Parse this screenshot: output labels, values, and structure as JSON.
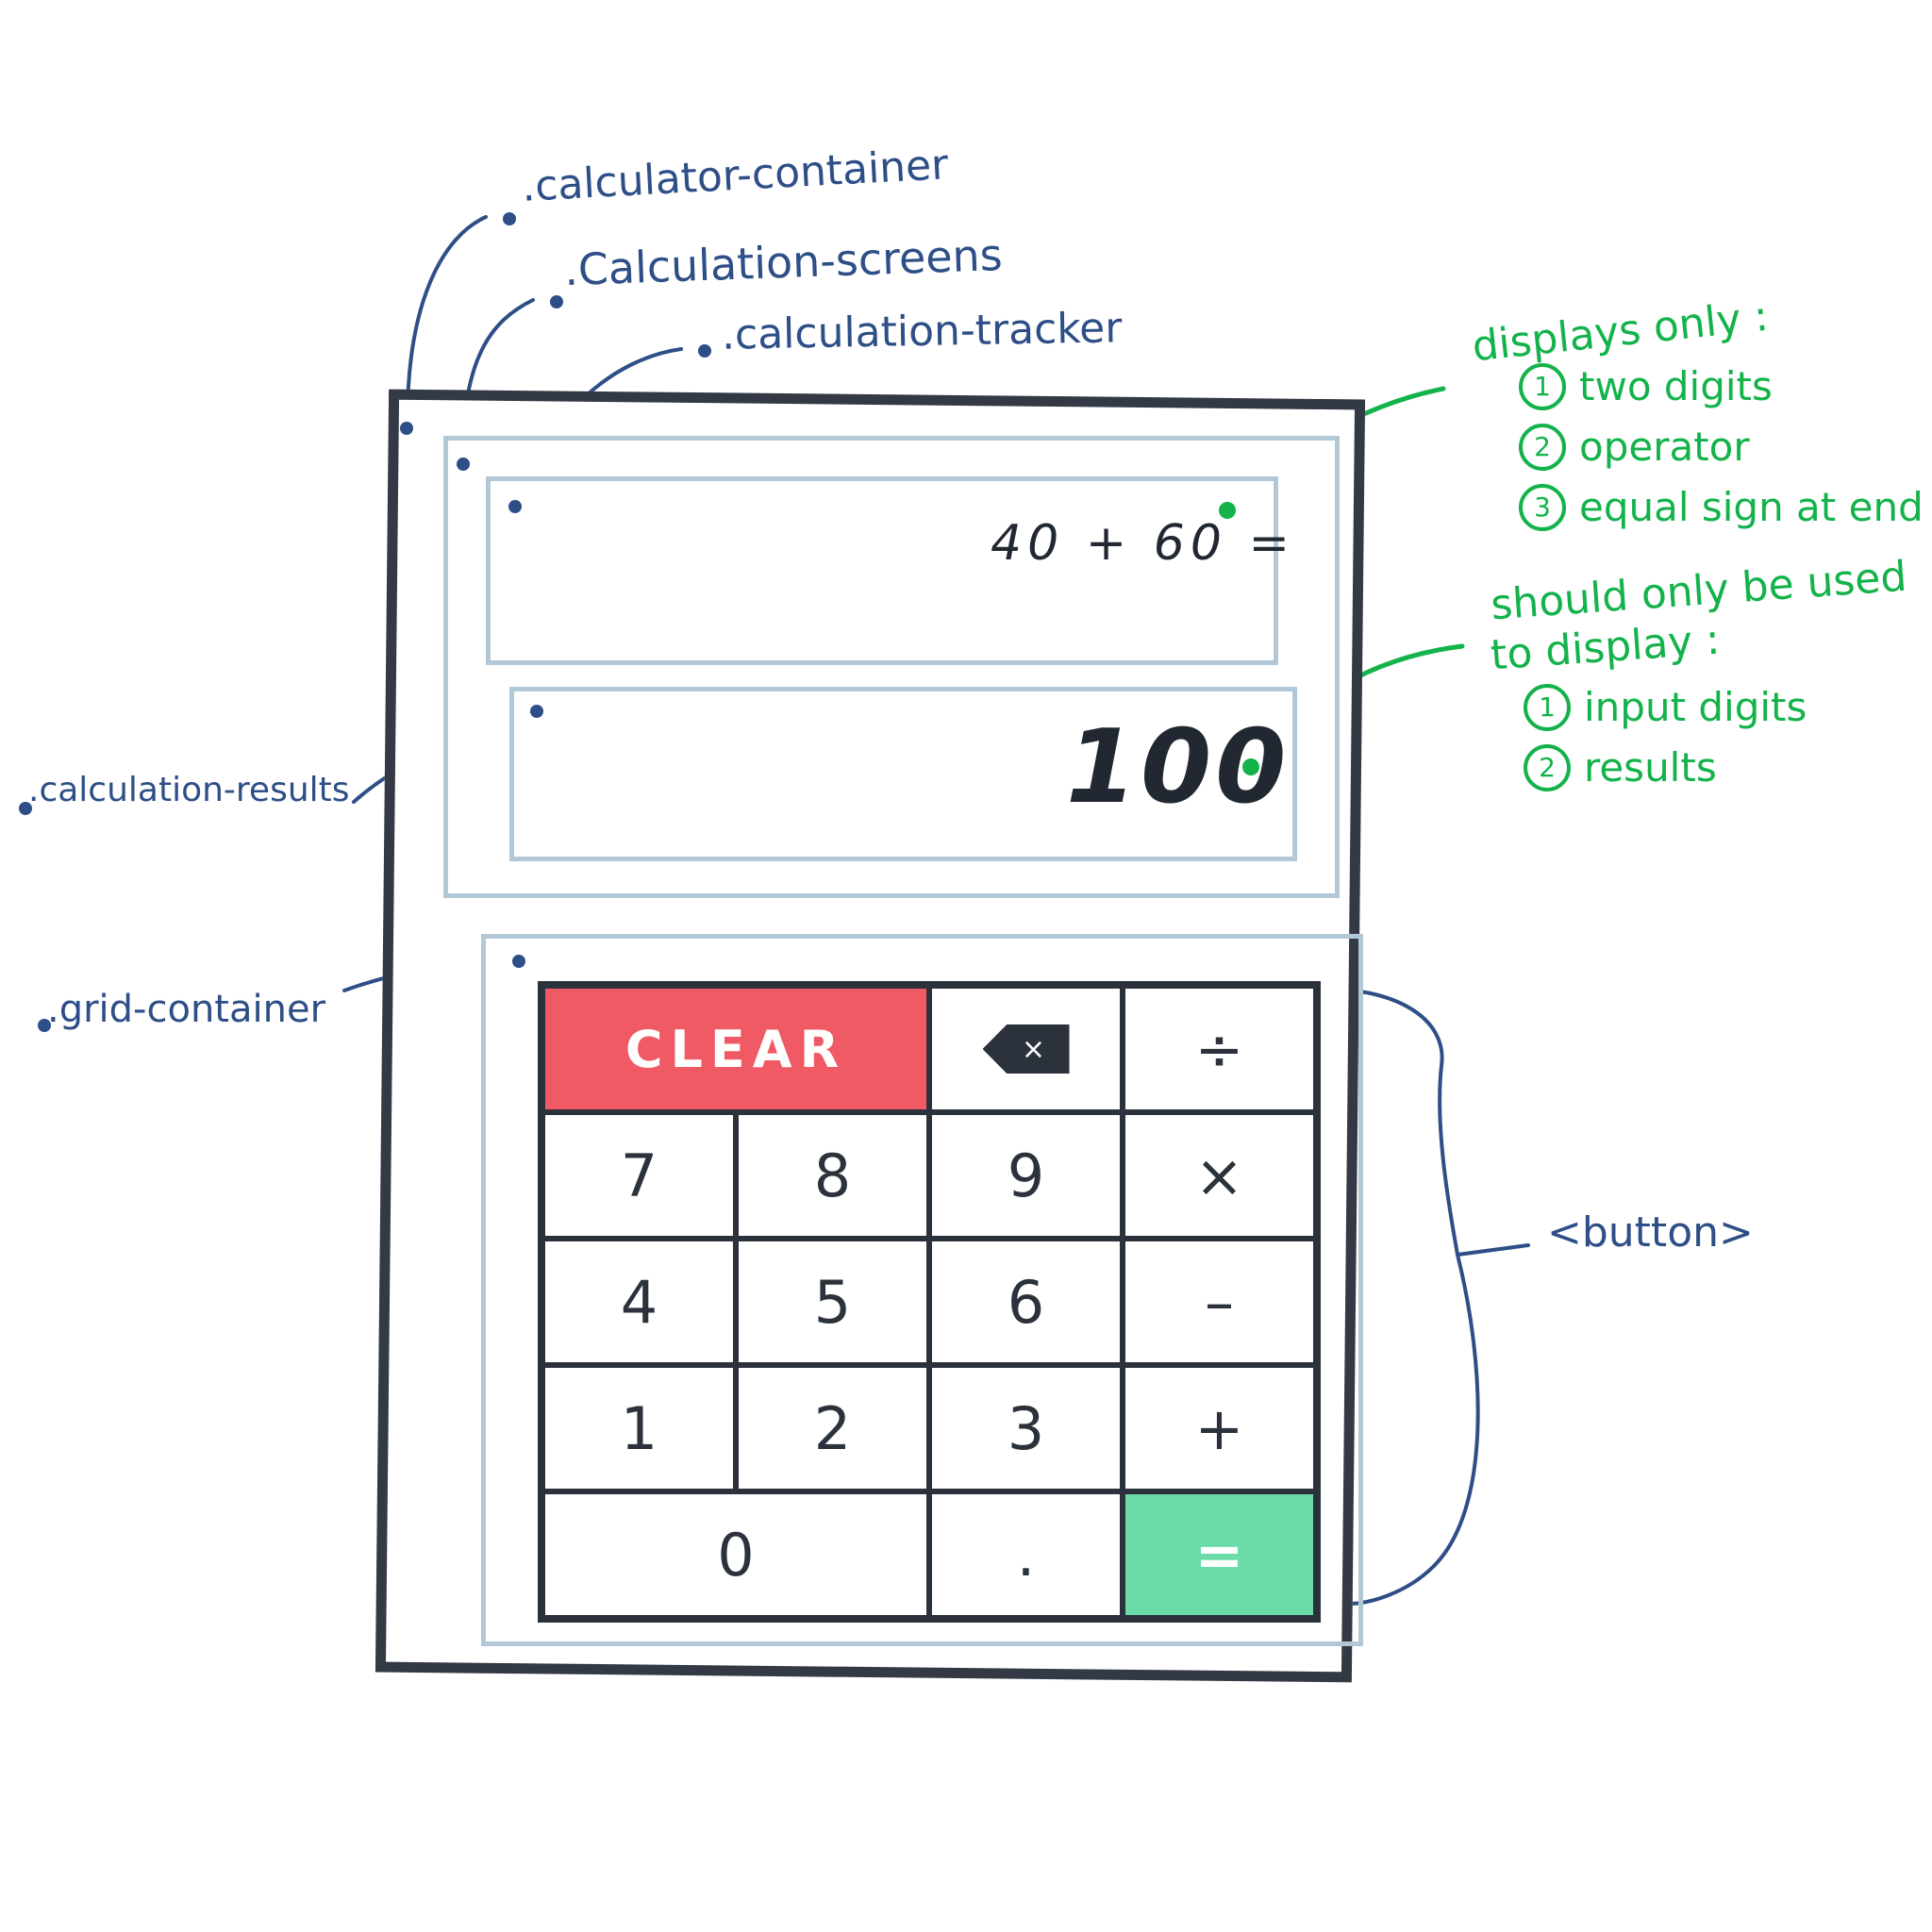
{
  "labels": {
    "calculator_container": ".calculator-container",
    "calculation_screens": ".Calculation-screens",
    "calculation_tracker": ".calculation-tracker",
    "calculation_results": ".calculation-results",
    "grid_container": ".grid-container",
    "button": "<button>"
  },
  "notes": {
    "tracker_title": "displays only :",
    "tracker_items": [
      "two digits",
      "operator",
      "equal sign at end"
    ],
    "results_title_1": "should only be used",
    "results_title_2": "to display :",
    "results_items": [
      "input digits",
      "results"
    ],
    "markers": [
      "1",
      "2",
      "3"
    ]
  },
  "screens": {
    "tracker": "40 + 60 =",
    "result": "100"
  },
  "keys": {
    "clear": "CLEAR",
    "delete": "×",
    "divide": "÷",
    "seven": "7",
    "eight": "8",
    "nine": "9",
    "multiply": "×",
    "four": "4",
    "five": "5",
    "six": "6",
    "minus": "–",
    "one": "1",
    "two": "2",
    "three": "3",
    "plus": "+",
    "zero": "0",
    "decimal": ".",
    "equals": "="
  },
  "colors": {
    "annotation_blue": "#2d4e86",
    "annotation_green": "#13b24a",
    "frame_dark": "#333a45",
    "screen_outline": "#b3c8d7",
    "clear_red": "#f05a64",
    "equals_green": "#6bdba8"
  }
}
